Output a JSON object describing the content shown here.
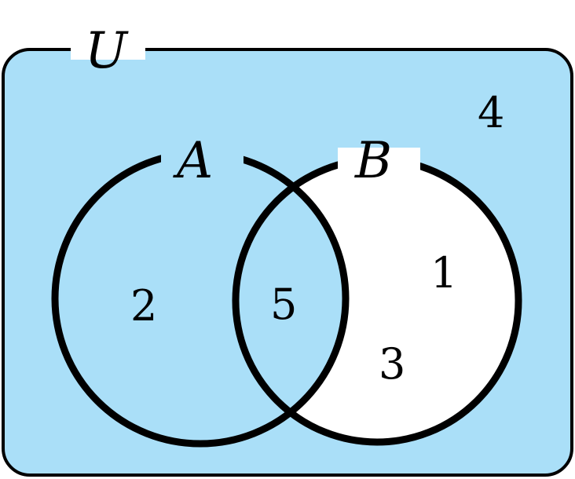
{
  "diagram": {
    "universe_label": "U",
    "set_a_label": "A",
    "set_b_label": "B",
    "elements": {
      "outside": [
        "4"
      ],
      "a_only": [
        "2"
      ],
      "a_and_b": [
        "5"
      ],
      "b_only": [
        "1",
        "3"
      ]
    },
    "colors": {
      "shaded": "#aadff8",
      "unshaded": "#ffffff",
      "stroke": "#000000"
    },
    "shaded_region": "A ∪ (B′)"
  }
}
